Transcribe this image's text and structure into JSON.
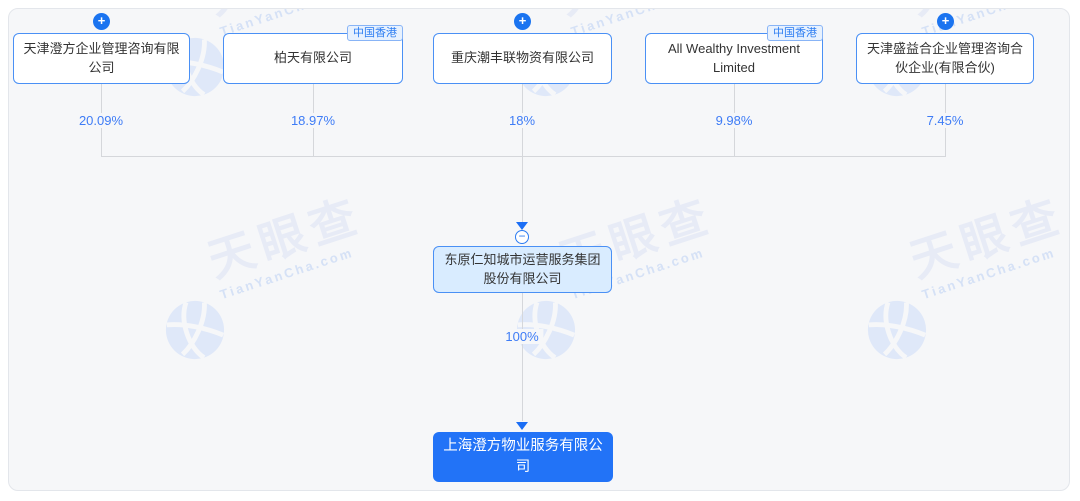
{
  "watermark": {
    "brand_zh": "天眼查",
    "brand_en": "TianYanCha.com"
  },
  "icons": {
    "plus": "+",
    "minus": "−"
  },
  "colors": {
    "accent_blue": "#1b74f0",
    "node_border_blue": "#4a90f5",
    "percent_blue": "#3e7cf6",
    "target_box_bg": "#2273f7",
    "focus_box_bg": "#d9ecff",
    "tag_text_blue": "#2e7ef2",
    "card_bg": "#f6f7f9",
    "connector_gray": "#d5d7db"
  },
  "diagram": {
    "shareholders": [
      {
        "name": "天津澄方企业管理咨询有限公司",
        "percent": "20.09%"
      },
      {
        "name": "柏天有限公司",
        "percent": "18.97%",
        "tag": "中国香港"
      },
      {
        "name": "重庆潮丰联物资有限公司",
        "percent": "18%"
      },
      {
        "name": "All Wealthy Investment Limited",
        "percent": "9.98%",
        "tag": "中国香港"
      },
      {
        "name": "天津盛益合企业管理咨询合伙企业(有限合伙)",
        "percent": "7.45%"
      }
    ],
    "intermediate_company": {
      "name": "东原仁知城市运营服务集团股份有限公司",
      "percent_to_target": "100%"
    },
    "target_company": {
      "name": "上海澄方物业服务有限公司"
    }
  }
}
